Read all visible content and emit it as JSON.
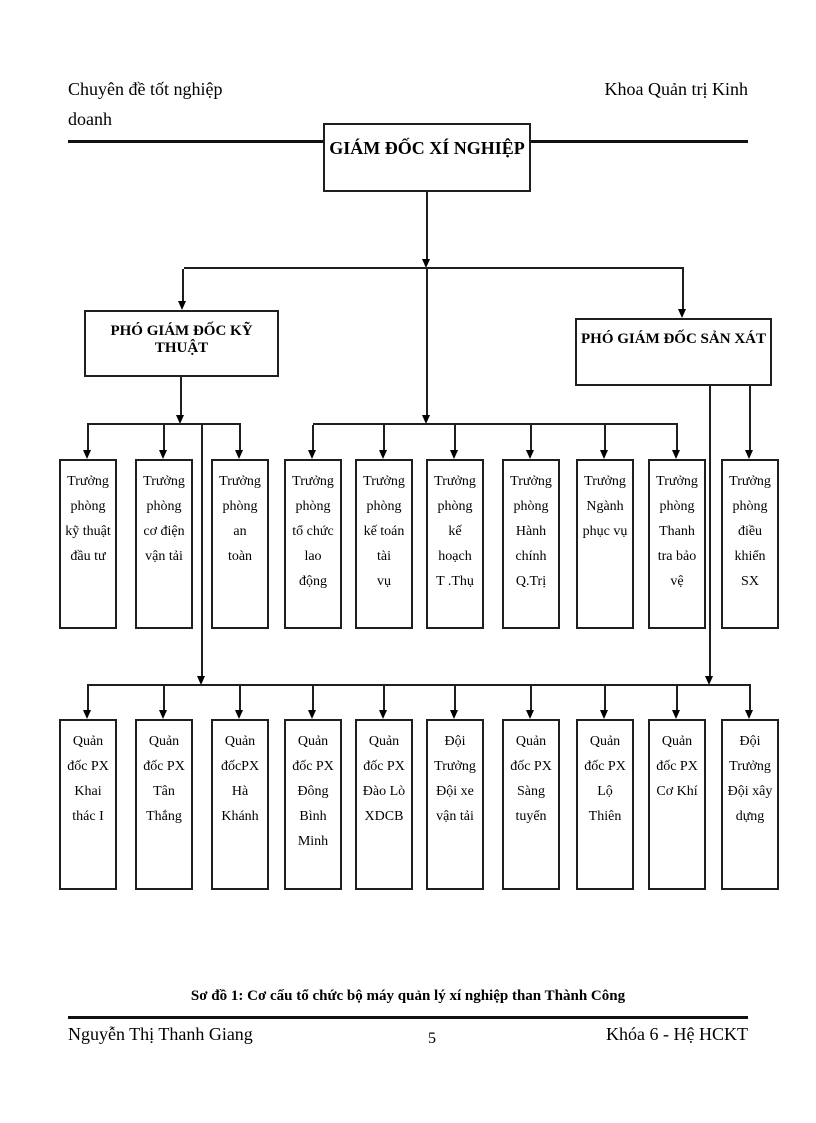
{
  "page_header": {
    "left_line1": "Chuyên đề tốt nghiệp",
    "left_line2": "doanh",
    "right": "Khoa Quản trị Kinh"
  },
  "chart_data": {
    "type": "org-chart",
    "title": "Sơ đồ 1: Cơ cấu tổ chức bộ máy quản lý xí nghiệp than Thành  Công",
    "root": {
      "label": "GIÁM ĐỐC XÍ NGHIỆP"
    },
    "deputies": [
      {
        "label": "PHÓ GIÁM ĐỐC KỸ THUẬT"
      },
      {
        "label": "PHÓ GIÁM ĐỐC SẢN XÁT"
      }
    ],
    "departments": [
      {
        "label": "Trưởng\nphòng\nkỹ thuật\nđầu tư"
      },
      {
        "label": "Trưởng\nphòng\ncơ điện\nvận tải"
      },
      {
        "label": "Trưởng\nphòng\nan\ntoàn"
      },
      {
        "label": "Trưởng\nphòng\ntổ chức\nlao\nđộng"
      },
      {
        "label": "Trưởng\nphòng\nkế toán\ntài\nvụ"
      },
      {
        "label": "Trưởng\nphòng\nkế\nhoạch\nT .Thụ"
      },
      {
        "label": "Trưởng\nphòng\nHành\nchính\nQ.Trị"
      },
      {
        "label": "Trưởng\nNgành\nphục vụ"
      },
      {
        "label": "Trưởng\nphòng\nThanh\ntra bảo\nvệ"
      },
      {
        "label": "Trưởng\nphòng\nđiều\nkhiển\nSX"
      }
    ],
    "units": [
      {
        "label": "Quản\nđốc PX\nKhai\nthác I"
      },
      {
        "label": "Quản\nđốc PX\nTân\nThắng"
      },
      {
        "label": "Quản\nđốcPX\nHà\nKhánh"
      },
      {
        "label": "Quản\nđốc PX\nĐông\nBình\nMinh"
      },
      {
        "label": "Quản\nđốc PX\nĐào Lò\nXDCB"
      },
      {
        "label": "Đội\nTrưởng\nĐội xe\nvận tải"
      },
      {
        "label": "Quản\nđốc PX\nSàng\ntuyển"
      },
      {
        "label": "Quản\nđốc PX\nLộ\nThiên"
      },
      {
        "label": "Quản\nđốc PX\nCơ Khí"
      },
      {
        "label": "Đội\nTrưởng\nĐội xây\ndựng"
      }
    ],
    "colors": {
      "line": "#1f1f1f",
      "text": "#000000",
      "background": "#ffffff"
    }
  },
  "page_footer": {
    "left": "Nguyễn Thị Thanh Giang",
    "page_number": "5",
    "right": "Khóa 6 - Hệ HCKT"
  }
}
